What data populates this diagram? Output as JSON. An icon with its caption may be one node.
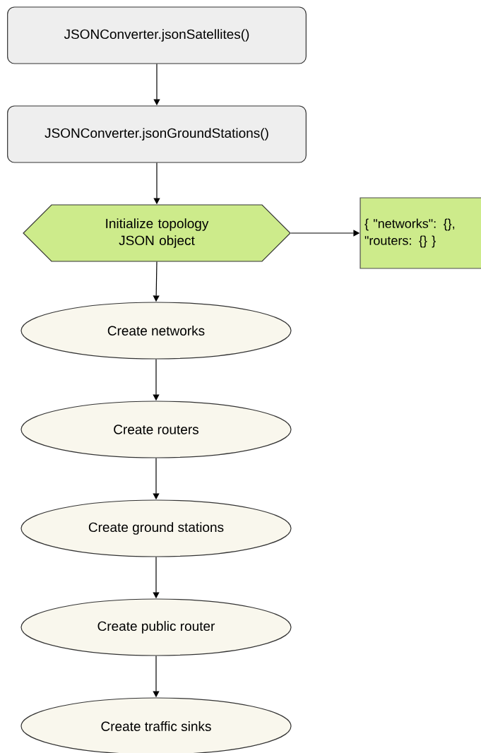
{
  "diagram": {
    "nodes": [
      {
        "text": [
          "JSONConverter.jsonSatellites()"
        ]
      },
      {
        "text": [
          "JSONConverter.jsonGroundStations()"
        ]
      },
      {
        "text": [
          "Initialize topology JSON object"
        ]
      },
      {
        "text": [
          "{ \"networks\": {}, \"routers: {} }"
        ]
      },
      {
        "text": [
          "Create networks"
        ]
      },
      {
        "text": [
          "Create routers"
        ]
      },
      {
        "text": [
          "Create ground stations"
        ]
      },
      {
        "text": [
          "Create public router"
        ]
      },
      {
        "text": [
          "Create traffic sinks"
        ]
      }
    ],
    "edges": [
      {
        "from": 0,
        "to": 1,
        "arrow": "to"
      },
      {
        "from": 1,
        "to": 2,
        "arrow": "to"
      },
      {
        "from": 2,
        "to": 3,
        "arrow": "to"
      },
      {
        "from": 2,
        "to": 4,
        "arrow": "to"
      },
      {
        "from": 4,
        "to": 5,
        "arrow": "to"
      },
      {
        "from": 5,
        "to": 6,
        "arrow": "to"
      },
      {
        "from": 6,
        "to": 7,
        "arrow": "to"
      },
      {
        "from": 7,
        "to": 8,
        "arrow": "to"
      }
    ]
  }
}
